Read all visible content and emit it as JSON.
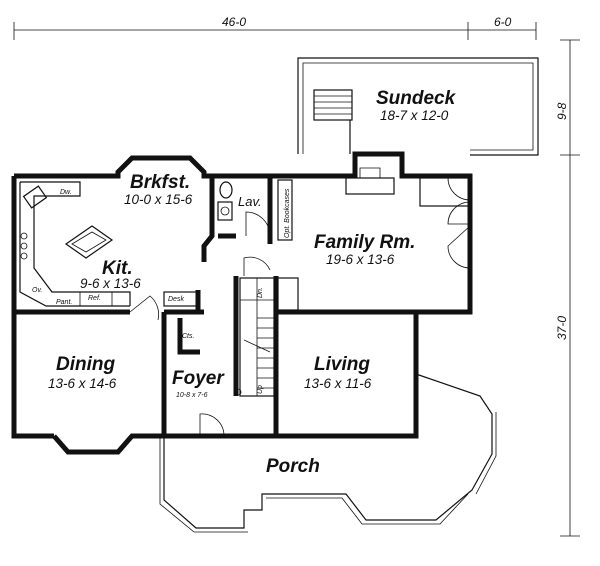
{
  "dimensions": {
    "top_main": "46-0",
    "top_deck": "6-0",
    "right_deck": "9-8",
    "right_main": "37-0"
  },
  "rooms": {
    "sundeck": {
      "name": "Sundeck",
      "size": "18-7 x 12-0"
    },
    "brkfst": {
      "name": "Brkfst.",
      "size": "10-0 x 15-6"
    },
    "family": {
      "name": "Family Rm.",
      "size": "19-6 x 13-6"
    },
    "kitchen": {
      "name": "Kit.",
      "size": "9-6 x 13-6"
    },
    "dining": {
      "name": "Dining",
      "size": "13-6 x 14-6"
    },
    "foyer": {
      "name": "Foyer",
      "size": "10-8 x 7-6"
    },
    "living": {
      "name": "Living",
      "size": "13-6 x 11-6"
    },
    "porch": {
      "name": "Porch"
    }
  },
  "labels": {
    "lav": "Lav.",
    "dw": "Dw.",
    "ov": "Ov.",
    "pant": "Pant.",
    "ref": "Ref.",
    "desk": "Desk",
    "cts": "Cts.",
    "dn": "Dn.",
    "up": "Up",
    "opt_bookcases": "Opt. Bookcases"
  }
}
